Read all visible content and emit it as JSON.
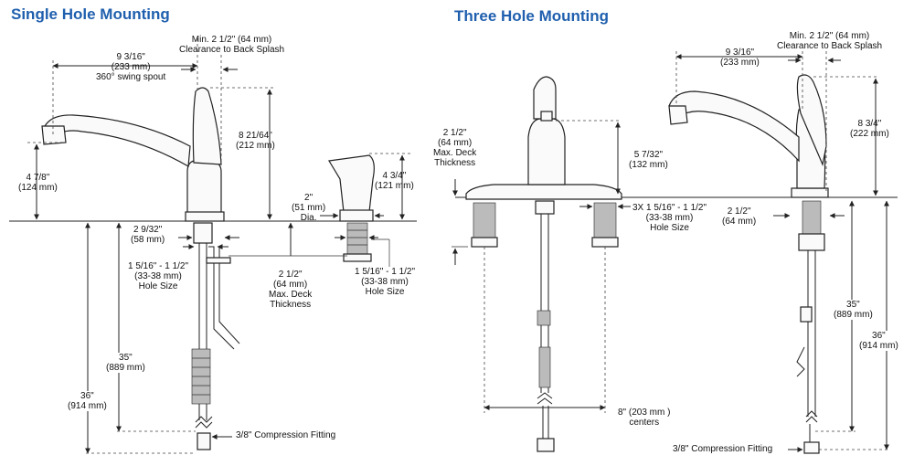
{
  "titles": {
    "single": "Single Hole Mounting",
    "three": "Three Hole Mounting"
  },
  "colors": {
    "title": "#1f5fae",
    "lines": "#222222"
  },
  "single": {
    "clearance": [
      "Min. 2 1/2\" (64 mm)",
      "Clearance to Back Splash"
    ],
    "reach": [
      "9 3/16\"",
      "(233 mm)",
      "360° swing spout"
    ],
    "height": [
      "8 21/64\"",
      "(212 mm)"
    ],
    "spout_height": [
      "4 7/8\"",
      "(124 mm)"
    ],
    "base_dia": [
      "2 9/32\"",
      "(58 mm)"
    ],
    "hole_size": [
      "1 5/16\" - 1 1/2\"",
      "(33-38 mm)",
      "Hole Size"
    ],
    "deck": [
      "2 1/2\"",
      "(64 mm)",
      "Max. Deck",
      "Thickness"
    ],
    "spray_dia": [
      "2\"",
      "(51 mm)",
      "Dia."
    ],
    "spray_height": [
      "4 3/4\"",
      "(121 mm)"
    ],
    "spray_hole": [
      "1 5/16\" - 1 1/2\"",
      "(33-38 mm)",
      "Hole Size"
    ],
    "len_35": [
      "35\"",
      "(889 mm)"
    ],
    "len_36": [
      "36\"",
      "(914 mm)"
    ],
    "fitting": "3/8\" Compression Fitting"
  },
  "three": {
    "deck": [
      "2 1/2\"",
      "(64 mm)",
      "Max. Deck",
      "Thickness"
    ],
    "front_height": [
      "5 7/32\"",
      "(132 mm)"
    ],
    "hole_size": [
      "3X 1 5/16\" - 1 1/2\"",
      "(33-38 mm)",
      "Hole Size"
    ],
    "centers": [
      "8\" (203 mm )",
      "centers"
    ],
    "reach": [
      "9 3/16\"",
      "(233 mm)"
    ],
    "clearance": [
      "Min. 2 1/2\" (64 mm)",
      "Clearance to Back Splash"
    ],
    "height": [
      "8 3/4\"",
      "(222 mm)"
    ],
    "base": [
      "2 1/2\"",
      "(64 mm)"
    ],
    "len_35": [
      "35\"",
      "(889 mm)"
    ],
    "len_36": [
      "36\"",
      "(914 mm)"
    ],
    "fitting": "3/8\" Compression Fitting"
  }
}
